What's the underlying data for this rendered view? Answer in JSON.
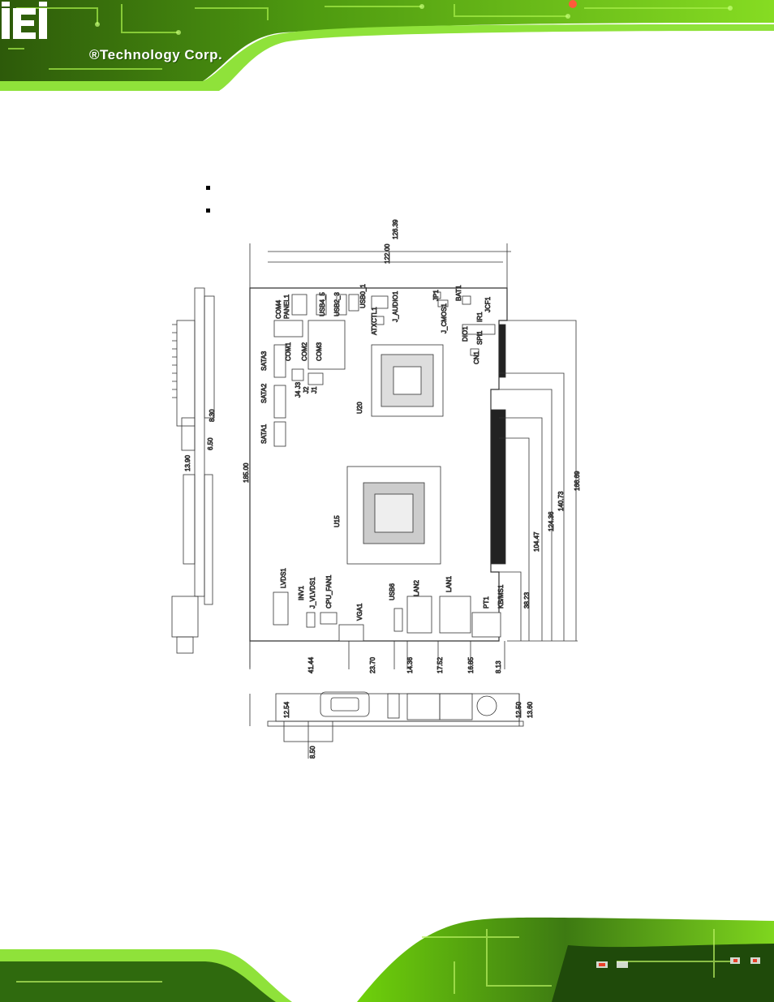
{
  "header": {
    "logo_letters": "iEi",
    "brand": "®Technology Corp."
  },
  "bullets": [
    "",
    ""
  ],
  "drawing": {
    "top_dims": [
      "126.39",
      "122.00"
    ],
    "right_dims": [
      "166.69",
      "140.73",
      "124.36",
      "104.47",
      "38.23"
    ],
    "left_dims": [
      "185.00",
      "13.90",
      "6.50",
      "8.30"
    ],
    "bottom_dims": [
      "41.44",
      "23.70",
      "14.36",
      "17.52",
      "16.85",
      "8.13"
    ],
    "io_dims": [
      "12.54",
      "8.50",
      "12.50",
      "13.60"
    ],
    "labels": {
      "sata1": "SATA1",
      "sata2": "SATA2",
      "sata3": "SATA3",
      "com1": "COM1",
      "com2": "COM2",
      "com3": "COM3",
      "com4": "COM4",
      "panel1": "PANEL1",
      "usb45": "USB4_5",
      "usb23": "USB2_3",
      "usb01": "USB0_1",
      "j_audio1": "J_AUDIO1",
      "atxctl1": "ATXCTL1",
      "jp1": "JP1",
      "bat1": "BAT1",
      "j_cmos1": "J_CMOS1",
      "dio1": "DIO1",
      "ir1": "IR1",
      "jcf1": "JCF1",
      "spi1": "SPI1",
      "cn1": "CN1",
      "j4j3": "J4 J3",
      "j2": "J2",
      "j1": "J1",
      "u20": "U20",
      "u15": "U15",
      "lvds1": "LVDS1",
      "inv1": "INV1",
      "j_vlvds1": "J_VLVDS1",
      "cpu_fan1": "CPU_FAN1",
      "vga1": "VGA1",
      "usb6": "USB6",
      "lan2": "LAN2",
      "lan1": "LAN1",
      "pt1": "PT1",
      "kbms1": "KB/MS1"
    }
  },
  "colors": {
    "banner_green": "#6fd10b",
    "banner_dark": "#1f4a0a",
    "line": "#333333"
  }
}
